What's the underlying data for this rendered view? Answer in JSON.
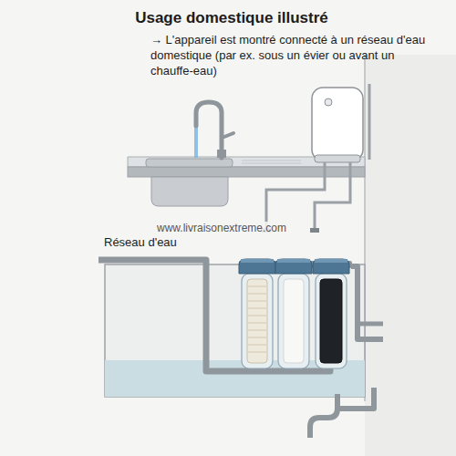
{
  "diagram": {
    "title": "Usage domestique illustré",
    "labels": [
      "→ L'appareil est montré connecté à un réseau d'eau domestique (par ex. sous un évier ou avant un chauffe-eau)",
      "www.livraisonextreme.com",
      "Réseau d'eau"
    ]
  }
}
